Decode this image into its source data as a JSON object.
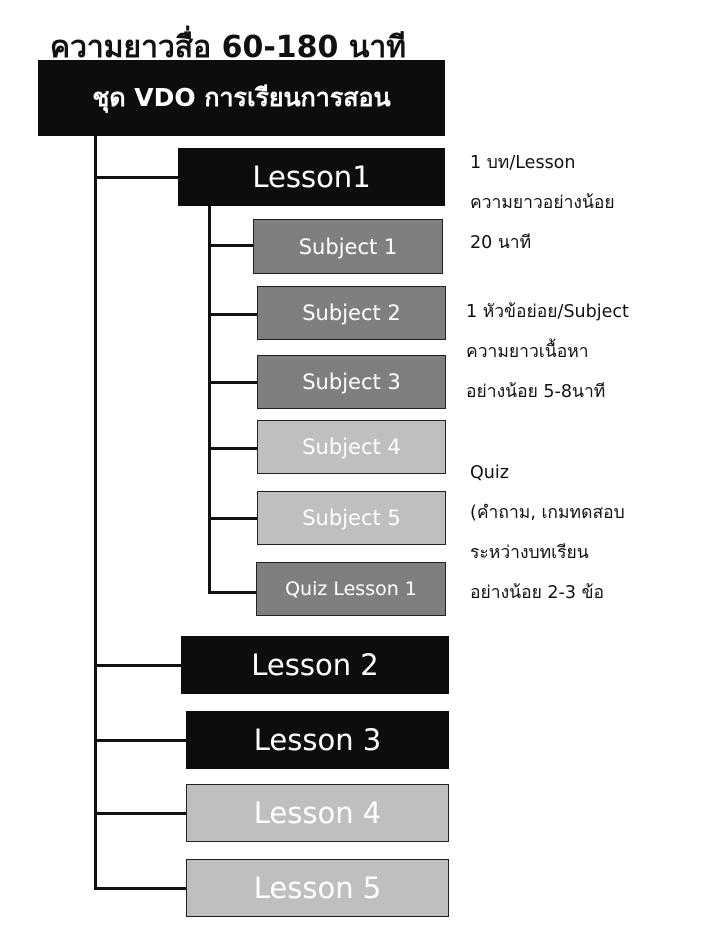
{
  "title": "ความยาวสื่อ 60-180  นาที",
  "root": {
    "label": "ชุด VDO การเรียนการสอน"
  },
  "lesson1": {
    "label": "Lesson1",
    "subjects": [
      "Subject 1",
      "Subject 2",
      "Subject 3",
      "Subject 4",
      "Subject 5",
      "Quiz  Lesson 1"
    ]
  },
  "lessons": [
    "Lesson 2",
    "Lesson 3",
    "Lesson 4",
    "Lesson 5"
  ],
  "notes": {
    "lesson": [
      "1 บท/Lesson",
      "ความยาวอย่างน้อย",
      "20 นาที"
    ],
    "subject": [
      "1 หัวข้อย่อย/Subject",
      "ความยาวเนื้อหา",
      "อย่างน้อย  5-8นาที"
    ],
    "quiz": [
      "Quiz",
      "(คำถาม, เกมทดสอบ",
      "ระหว่างบทเรียน",
      "อย่างน้อย  2-3 ข้อ"
    ]
  },
  "colors": {
    "dark": "#0d0d0d",
    "mid": "#7f7f7f",
    "light": "#bfbfbf"
  }
}
